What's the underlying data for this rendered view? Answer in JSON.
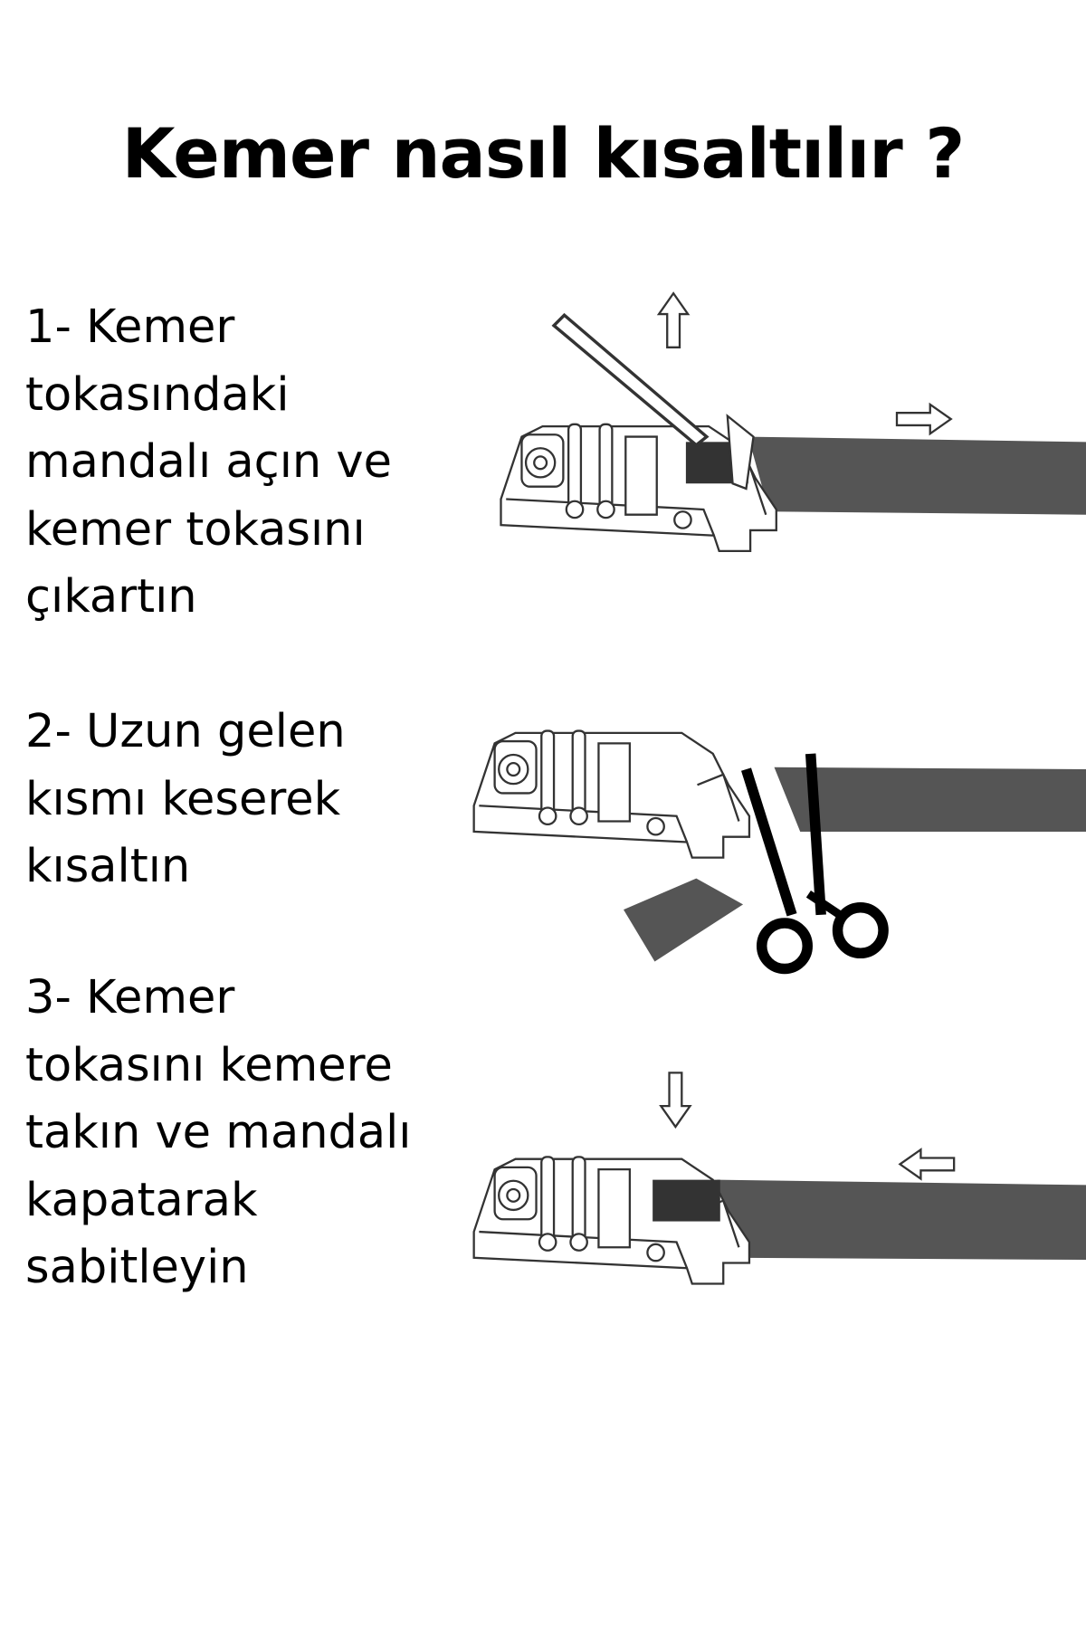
{
  "title": "Kemer nasıl kısaltılır ?",
  "steps": [
    {
      "lines": [
        "1- Kemer",
        "tokasındaki",
        "mandalı açın ve",
        "kemer tokasını",
        "çıkartın"
      ]
    },
    {
      "lines": [
        "2- Uzun gelen",
        "kısmı keserek",
        "kısaltın"
      ]
    },
    {
      "lines": [
        "3- Kemer",
        "tokasını kemere",
        "takın ve mandalı",
        "kapatarak",
        "sabitleyin"
      ]
    }
  ],
  "colors": {
    "belt": "#555555",
    "outline": "#333333",
    "text": "#000000"
  }
}
